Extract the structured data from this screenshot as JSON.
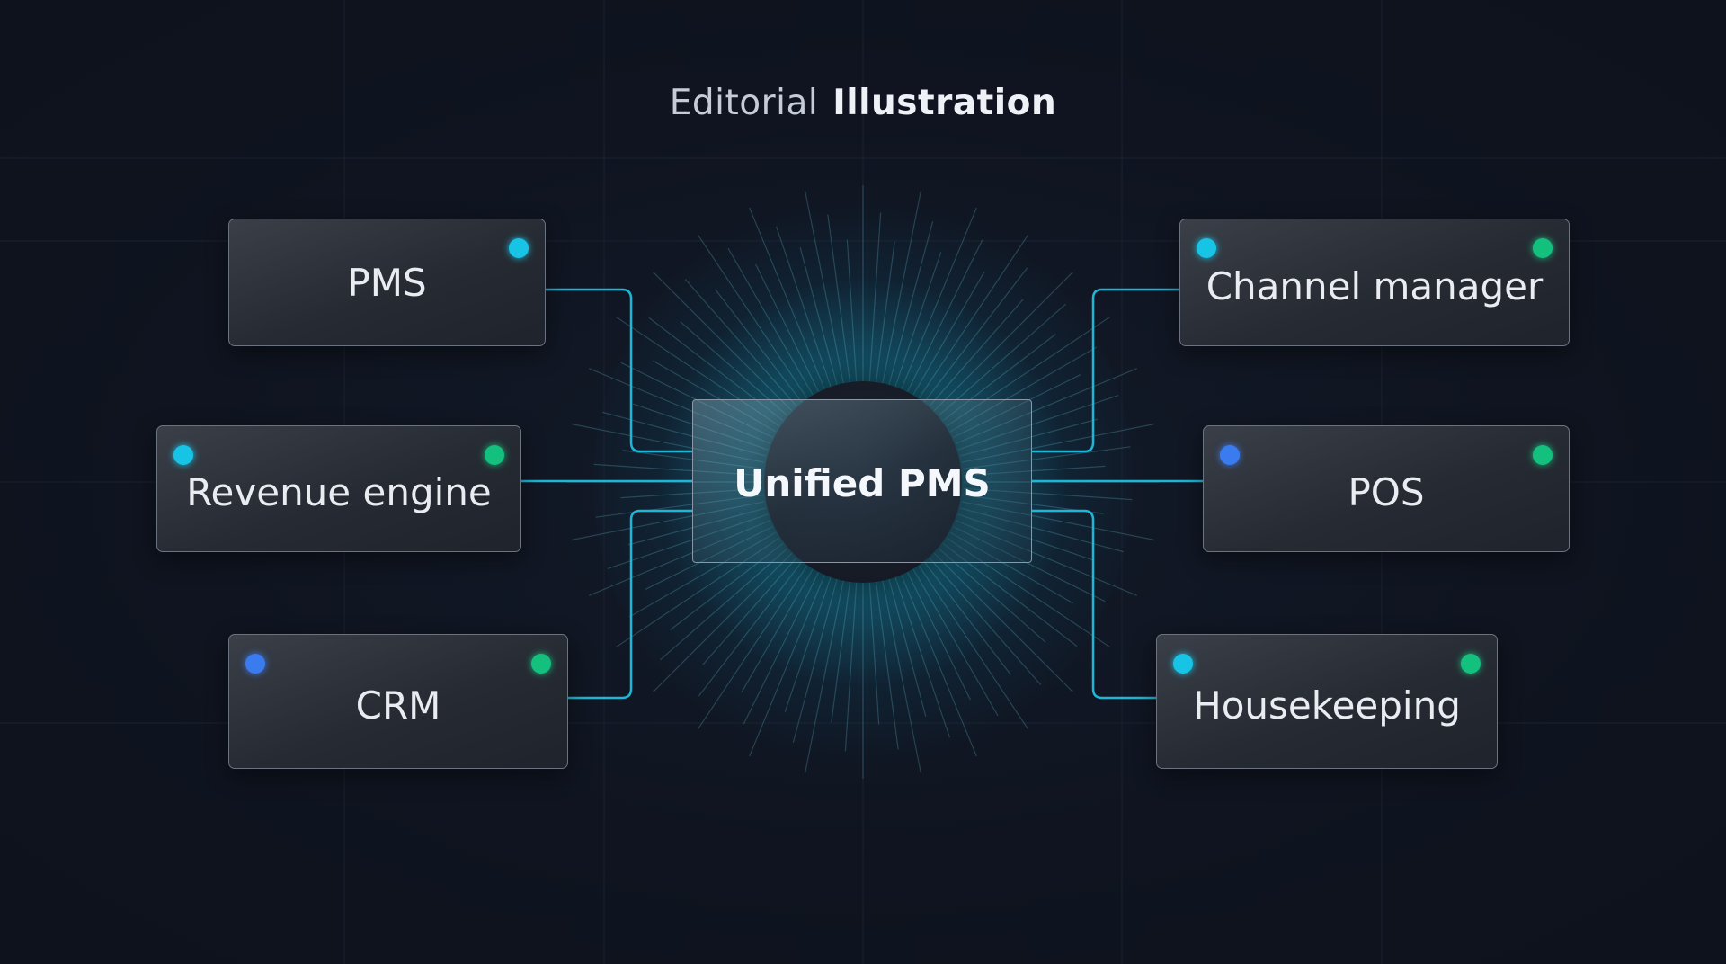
{
  "title": {
    "light": "Editorial",
    "bold": "Illustration"
  },
  "center": {
    "label": "Unified PMS",
    "glow_color": "#1cbed7"
  },
  "colors": {
    "cyan": "#17c4e6",
    "green": "#14c07e",
    "blue": "#3b7bf0",
    "connector": "#1eb6d6",
    "background": "#0f1420"
  },
  "nodes": [
    {
      "id": "pms",
      "label": "PMS",
      "side": "left",
      "dots": [
        "none",
        "cyan"
      ]
    },
    {
      "id": "revenue-engine",
      "label": "Revenue engine",
      "side": "left",
      "dots": [
        "cyan",
        "green"
      ]
    },
    {
      "id": "crm",
      "label": "CRM",
      "side": "left",
      "dots": [
        "blue",
        "green"
      ]
    },
    {
      "id": "channel-manager",
      "label": "Channel manager",
      "side": "right",
      "dots": [
        "cyan",
        "green"
      ]
    },
    {
      "id": "pos",
      "label": "POS",
      "side": "right",
      "dots": [
        "blue",
        "green"
      ]
    },
    {
      "id": "housekeeping",
      "label": "Housekeeping",
      "side": "right",
      "dots": [
        "cyan",
        "green"
      ]
    }
  ]
}
